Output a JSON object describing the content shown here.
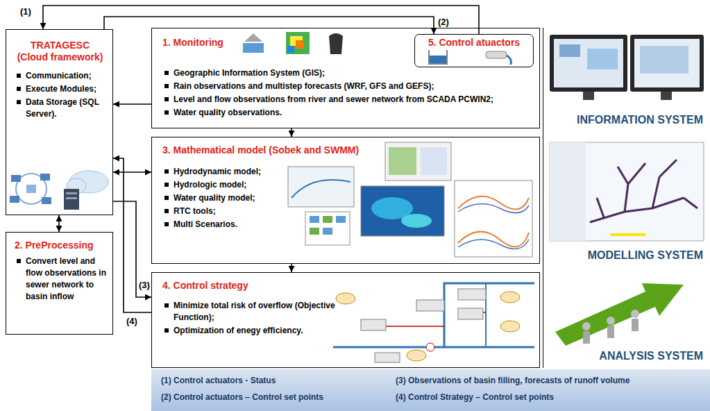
{
  "diagram": {
    "nodes": [
      {
        "text": [
          "TRATAGESC (Cloud framework)",
          "Communication;",
          "Execute Modules;",
          "Data Storage (SQL Server)."
        ]
      },
      {
        "text": [
          "2. PreProcessing",
          "Convert level and flow observations in sewer network to basin inflow"
        ]
      },
      {
        "text": [
          "1. Monitoring",
          "Geographic Information System (GIS);",
          "Rain observations and multistep forecasts (WRF, GFS and GEFS);",
          "Level and flow observations from river and sewer network from SCADA PCWIN2;",
          "Water quality observations."
        ]
      },
      {
        "text": [
          "5. Control atuactors"
        ],
        "in": 2
      },
      {
        "text": [
          "3. Mathematical model (Sobek and SWMM)",
          "Hydrodynamic model;",
          "Hydrologic model;",
          "Water quality model;",
          "RTC tools;",
          "Multi Scenarios."
        ]
      },
      {
        "text": [
          "4. Control strategy",
          "Minimize total risk of overflow (Objective Function);",
          "Optimization of enegy efficiency."
        ]
      },
      {
        "text": [
          "INFORMATION SYSTEM"
        ]
      },
      {
        "text": [
          "MODELLING SYSTEM"
        ]
      },
      {
        "text": [
          "ANALYSIS SYSTEM"
        ]
      },
      {
        "text": [
          "(1) Control actuators - Status",
          "(2) Control actuators – Control set points",
          "(3) Observations of basin filling, forecasts of runoff volume",
          "(4) Control Strategy – Control set points"
        ]
      }
    ],
    "edges": [
      {
        "from": 3,
        "to": 0,
        "arrow": "to",
        "label": "(1)"
      },
      {
        "from": 0,
        "to": 3,
        "arrow": "to",
        "label": "(2)"
      },
      {
        "from": 2,
        "to": 0,
        "arrow": "to"
      },
      {
        "from": 4,
        "to": 0,
        "arrow": "both"
      },
      {
        "from": 0,
        "to": 1,
        "arrow": "both"
      },
      {
        "from": 2,
        "to": 4,
        "arrow": "to"
      },
      {
        "from": 4,
        "to": 5,
        "arrow": "to"
      },
      {
        "from": 0,
        "to": 5,
        "arrow": "to",
        "label": "(3)"
      },
      {
        "from": 5,
        "to": 0,
        "arrow": "to",
        "label": "(4)"
      }
    ]
  }
}
